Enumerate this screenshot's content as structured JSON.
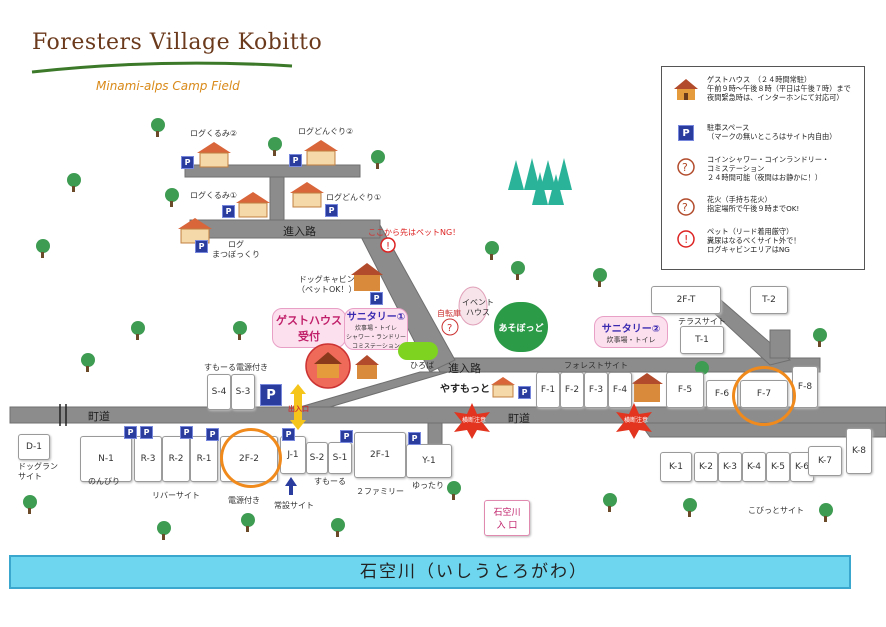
{
  "header": {
    "title": "Foresters Village Kobitto",
    "subtitle": "Minami-alps Camp Field"
  },
  "legend": {
    "guest_house": [
      "ゲストハウス　（２４時間常駐）",
      "午前９時〜午後８時（平日は午後７時）まで",
      "夜間緊急時は、インターホンにて対応可）"
    ],
    "parking": [
      "駐車スペース",
      "（マークの無いところはサイト内自由）"
    ],
    "coin_shower": [
      "コインシャワー・コインランドリー・",
      "コミステーション",
      "２４時間可能（夜間はお静かに！）"
    ],
    "fireworks": [
      "花火（手持ち花火）",
      "指定場所で午後９時までOK!"
    ],
    "pets": [
      "ペット（リード着用厳守）",
      "糞尿はなるべくサイト外で！",
      "ログキャビンエリアはNG"
    ]
  },
  "roads": {
    "entrance_road_1": "進入路",
    "entrance_road_2": "進入路",
    "town_road_1": "町道",
    "town_road_2": "町道"
  },
  "cabins": {
    "log_kurumi_2": "ログくるみ②",
    "log_donguri_2": "ログどんぐり②",
    "log_kurumi_1": "ログくるみ①",
    "log_donguri_1": "ログどんぐり①",
    "log_matsubokkuri": [
      "ログ",
      "まつぼっくり"
    ],
    "dog_cabin": [
      "ドッグキャビン",
      "（ペットOK！）"
    ]
  },
  "facilities": {
    "guest_house_label": [
      "ゲストハウス",
      "受付"
    ],
    "sanitary_1_title": "サニタリー①",
    "sanitary_1_sub": [
      "炊事場・トイレ",
      "シャワー・ランドリー",
      "コミステーション"
    ],
    "sanitary_2_title": "サニタリー②",
    "sanitary_2_sub": "炊事場・トイレ",
    "event_house": [
      "イベント",
      "ハウス"
    ],
    "asobo": "あそぼっど",
    "hiroba": "ひろば",
    "self_storage": "自転庫",
    "no_pets": "ここから先はペットNG！",
    "yasumotto": "やすもっと",
    "entrance_exit": "出入口",
    "river_entrance": [
      "石空川",
      "入 口"
    ]
  },
  "sites": {
    "S-4": "S-4",
    "S-3": "S-3",
    "2F-T": "2F-T",
    "T-2": "T-2",
    "T-1": "T-1",
    "F-1": "F-1",
    "F-2": "F-2",
    "F-3": "F-3",
    "F-4": "F-4",
    "F-5": "F-5",
    "F-6": "F-6",
    "F-7": "F-7",
    "F-8": "F-8",
    "D-1": "D-1",
    "N-1": "N-1",
    "R-3": "R-3",
    "R-2": "R-2",
    "R-1": "R-1",
    "2F-2": "2F-2",
    "J-1": "J-1",
    "S-2": "S-2",
    "S-1": "S-1",
    "2F-1": "2F-1",
    "Y-1": "Y-1",
    "K-1": "K-1",
    "K-2": "K-2",
    "K-3": "K-3",
    "K-4": "K-4",
    "K-5": "K-5",
    "K-6": "K-6",
    "K-7": "K-7",
    "K-8": "K-8"
  },
  "area_labels": {
    "smoru_power": "すもーる電源付き",
    "terrace": "テラスサイト",
    "forest": "フォレストサイト",
    "dogrun": [
      "ドッグラン",
      "サイト"
    ],
    "nonbiri": "のんびり",
    "river_site": "リバーサイト",
    "power": "電源付き",
    "regular": "常設サイト",
    "smoru": "すもーる",
    "two_family": "２ファミリー",
    "yuttari": "ゆったり",
    "kobitto_site": "こびっとサイト",
    "warning": "横断注意"
  },
  "river": {
    "label": "石空川（いしうとろがわ）"
  },
  "colors": {
    "road": "#8c8c8c",
    "river": "#6fd6ef",
    "tree": "#2e8b57",
    "house": "#e59a3c",
    "highlight_circle": "#f08a1c",
    "parking": "#2a3c9e"
  }
}
